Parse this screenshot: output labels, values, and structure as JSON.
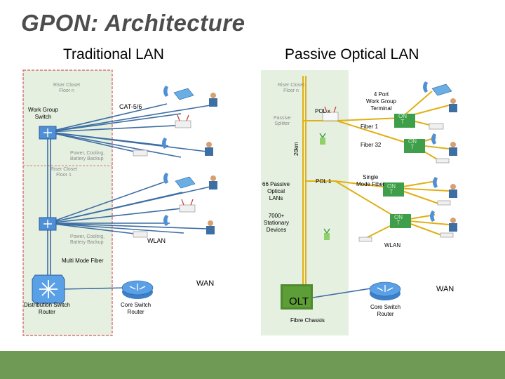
{
  "title": "GPON:  Architecture",
  "headers": {
    "left": "Traditional LAN",
    "right": "Passive Optical LAN"
  },
  "labels": {
    "riser_left_top": "Riser Closet\nFloor n",
    "riser_right_top": "Riser Closet\nFloor n",
    "riser_left_mid": "Riser Closet\nFloor 1",
    "cat": "CAT-5/6",
    "work_group_switch": "Work Group\nSwitch",
    "power_top": "Power, Cooling,\nBattery Backup",
    "power_bottom": "Power, Cooling,\nBattery Backup",
    "wlan_left": "WLAN",
    "multimode": "Multi Mode Fiber",
    "wan_left": "WAN",
    "distribution": "Distribution Switch\nRouter",
    "core_left": "Core Switch\nRouter",
    "pol_x": "POL x",
    "passive_splitter": "Passive\nSplitter",
    "four_port": "4 Port\nWork Group\nTerminal",
    "fiber1": "Fiber 1",
    "fiber32": "Fiber 32",
    "twenty_km": "20km",
    "single_mode": "Single\nMode Fiber",
    "pol1": "POL 1",
    "passive_lans": "66 Passive\nOptical\nLANs",
    "stationary": "7000+\nStationary\nDevices",
    "wlan_right": "WLAN",
    "olt": "OLT",
    "fibre_chassis": "Fibre Chassis",
    "wan_right": "WAN",
    "core_right": "Core Switch\nRouter",
    "ont": "ON\nT"
  },
  "colors": {
    "closet_fill": "#e6f0e1",
    "closet_border": "#d25a5a",
    "copper_line": "#3d6ea4",
    "fiber_line": "#e0b014",
    "ont_fill": "#3e9e4a",
    "footer": "#6e9a56"
  },
  "icons": [
    "ip-phone-icon",
    "desktop-user-icon",
    "workgroup-switch-icon",
    "wireless-access-point-icon",
    "router-icon",
    "distribution-switch-icon",
    "olt-chassis-icon",
    "splitter-icon",
    "ont-icon"
  ]
}
